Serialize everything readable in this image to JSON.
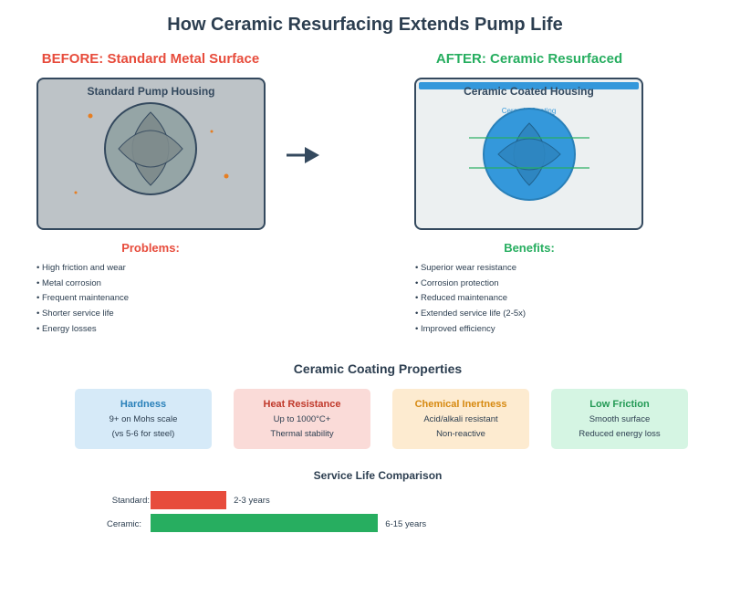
{
  "title": "How Ceramic Resurfacing Extends Pump Life",
  "before": {
    "heading": "BEFORE: Standard Metal Surface",
    "panel_label": "Standard Pump Housing"
  },
  "after": {
    "heading": "AFTER: Ceramic Resurfaced",
    "panel_label": "Ceramic Coated Housing",
    "coating_label": "Ceramic Coating"
  },
  "problems": {
    "heading": "Problems:",
    "items": [
      "High friction and wear",
      "Metal corrosion",
      "Frequent maintenance",
      "Shorter service life",
      "Energy losses"
    ]
  },
  "benefits": {
    "heading": "Benefits:",
    "items": [
      "Superior wear resistance",
      "Corrosion protection",
      "Reduced maintenance",
      "Extended service life (2-5x)",
      "Improved efficiency"
    ]
  },
  "properties": {
    "heading": "Ceramic Coating Properties",
    "cards": [
      {
        "name": "Hardness",
        "line1": "9+ on Mohs scale",
        "line2": "(vs 5-6 for steel)"
      },
      {
        "name": "Heat Resistance",
        "line1": "Up to 1000°C+",
        "line2": "Thermal stability"
      },
      {
        "name": "Chemical Inertness",
        "line1": "Acid/alkali resistant",
        "line2": "Non-reactive"
      },
      {
        "name": "Low Friction",
        "line1": "Smooth surface",
        "line2": "Reduced energy loss"
      }
    ]
  },
  "service": {
    "heading": "Service Life Comparison",
    "rows": [
      {
        "label": "Standard:",
        "value_text": "2-3 years",
        "max_years": 3,
        "color": "#e74c3c"
      },
      {
        "label": "Ceramic:",
        "value_text": "6-15 years",
        "max_years": 9,
        "color": "#27ae60"
      }
    ]
  },
  "colors": {
    "before_accent": "#e74c3c",
    "after_accent": "#27ae60",
    "ceramic_blue": "#3498db",
    "text_dark": "#2c3e50",
    "rust_spot": "#e67e22"
  }
}
